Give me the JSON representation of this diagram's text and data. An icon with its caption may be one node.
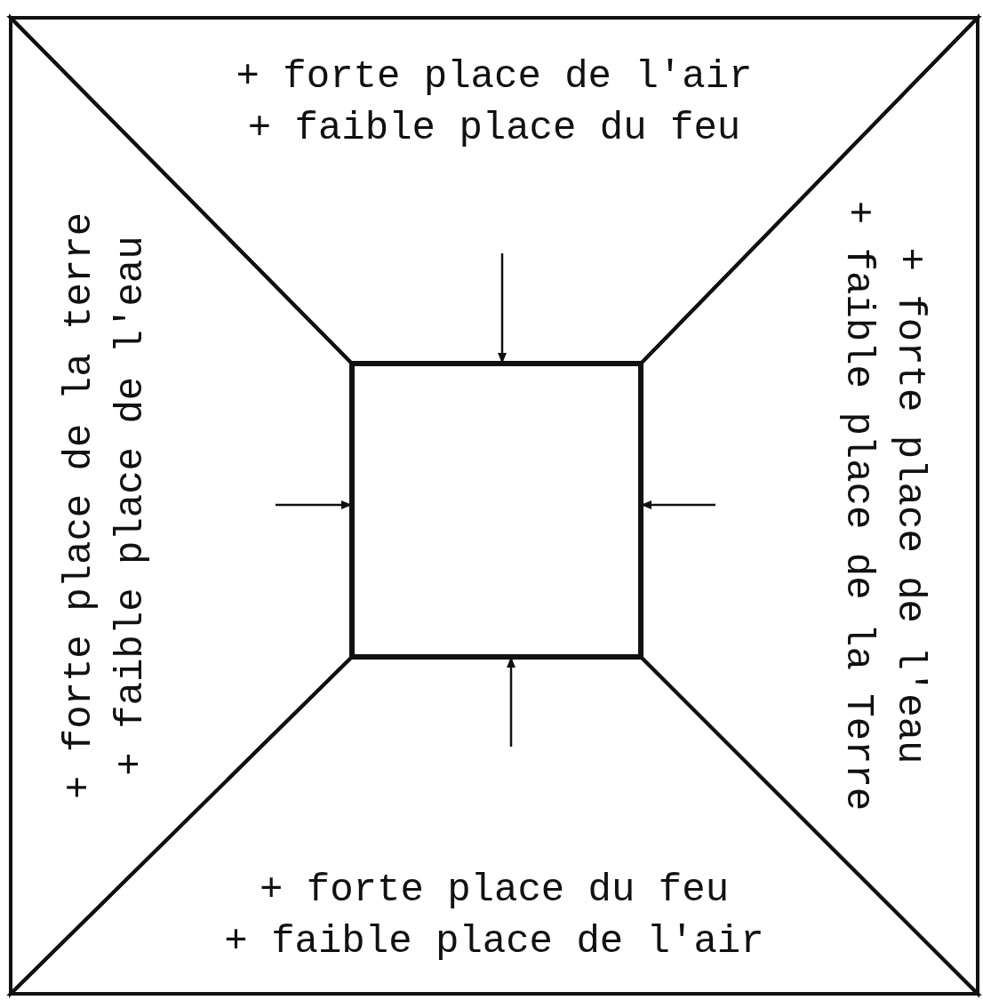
{
  "diagram": {
    "nodes": [
      {
        "text": [
          "+ forte place de l'air",
          "+ faible place du feu"
        ]
      },
      {
        "text": [
          "+ forte place de la terre",
          "+ faible place de l'eau"
        ]
      },
      {
        "text": [],
        "shape": "box"
      },
      {
        "text": [
          "+ forte place de l'eau",
          "+ faible place de la Terre"
        ]
      },
      {
        "text": [
          "+ forte place du feu",
          "+ faible place de l'air"
        ]
      }
    ],
    "edges": [
      {
        "from": 0,
        "to": 2,
        "arrow": "to"
      },
      {
        "from": 1,
        "to": 2,
        "arrow": "to"
      },
      {
        "from": 3,
        "to": 2,
        "arrow": "to"
      },
      {
        "from": 4,
        "to": 2,
        "arrow": "to"
      }
    ]
  }
}
